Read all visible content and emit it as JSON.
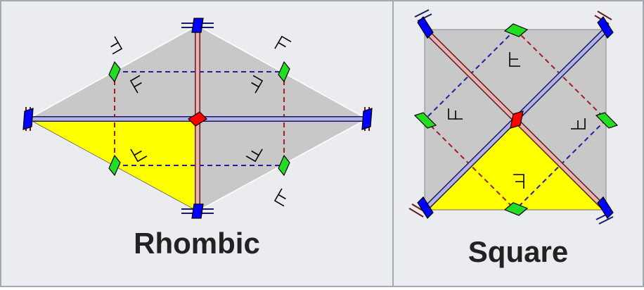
{
  "captions": {
    "rhombic": "Rhombic",
    "square": "Square"
  },
  "colors": {
    "panel_bg": "#eaecf0",
    "panel_border": "#a2a9b1",
    "fundamental_domain": "#ffff00",
    "lattice_fill": "#c8c8c8",
    "mirror_line": "#b3b3e6",
    "glide_line": "#e6b3b3",
    "glide_dash_blue": "#2020a0",
    "glide_dash_red": "#a02020",
    "rotation_2fold_center": "#ff0000",
    "rotation_2fold_corner": "#0000ff",
    "rotation_2fold_mid": "#22dd22"
  },
  "motif_glyph": "F"
}
